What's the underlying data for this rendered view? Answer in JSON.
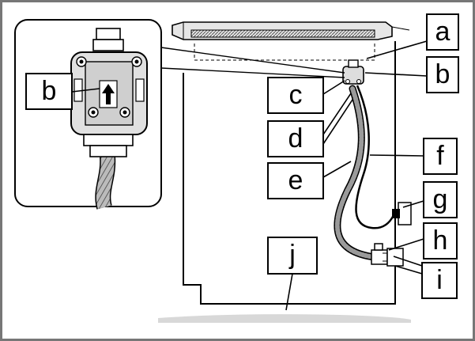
{
  "labels": {
    "a": "a",
    "b_main": "b",
    "b_inset": "b",
    "c": "c",
    "d": "d",
    "e": "e",
    "f": "f",
    "g": "g",
    "h": "h",
    "i": "i",
    "j": "j"
  },
  "colors": {
    "line": "#000000",
    "background": "#ffffff",
    "panel_gray": "#d8d8d8",
    "hose_gray": "#9a9a9a",
    "frame_gray": "#777777"
  },
  "icons": {
    "flow_arrow": "up-arrow-icon"
  }
}
